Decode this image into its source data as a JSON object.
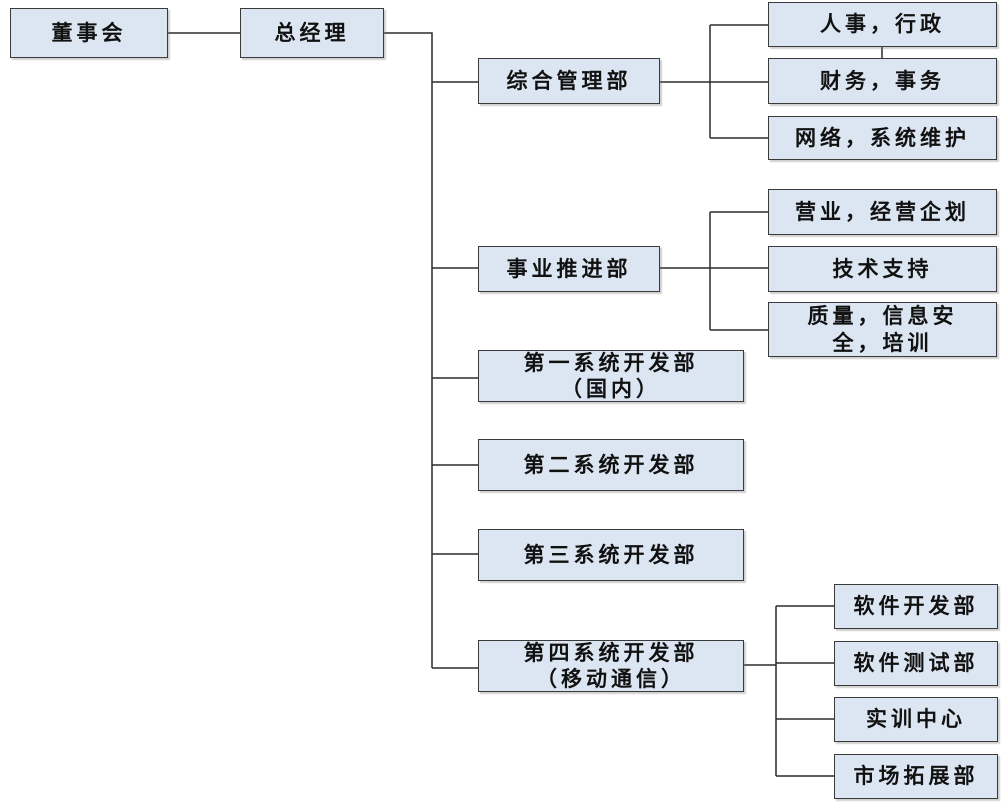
{
  "diagram": {
    "nodes": {
      "board": "董事会",
      "gm": "总经理",
      "admin": "综合管理部",
      "hr": "人事，行政",
      "finance": "财务，事务",
      "network": "网络，系统维护",
      "business": "事业推进部",
      "sales": "营业，经营企划",
      "tech_support": "技术支持",
      "quality": "质量，信息安\n全，培训",
      "dev1": "第一系统开发部\n（国内）",
      "dev2": "第二系统开发部",
      "dev3": "第三系统开发部",
      "dev4": "第四系统开发部\n（移动通信）",
      "sw_dev": "软件开发部",
      "sw_test": "软件测试部",
      "training": "实训中心",
      "market": "市场拓展部"
    },
    "colors": {
      "box_fill": "#dce6f2",
      "border": "#3a3a3a",
      "line": "#2b2b2b"
    }
  }
}
